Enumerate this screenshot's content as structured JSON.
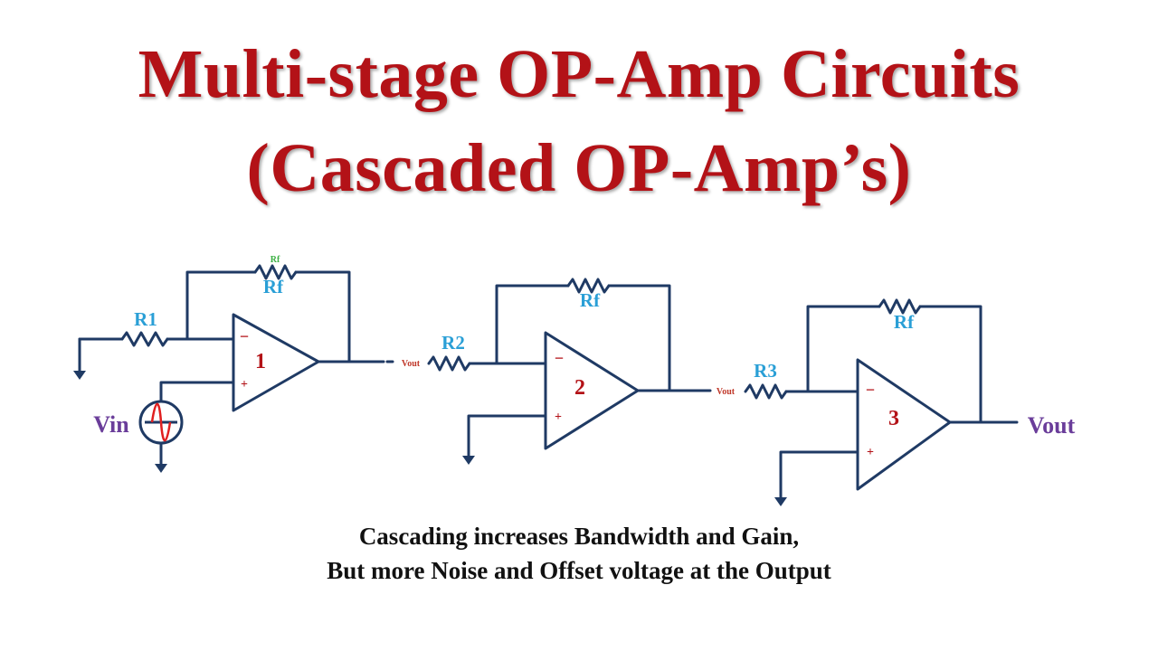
{
  "title": {
    "line1": "Multi-stage OP-Amp Circuits",
    "line2": "(Cascaded OP-Amp’s)"
  },
  "circuit": {
    "stage1": {
      "number": "1",
      "resistor_in": "R1",
      "feedback_small": "Rf",
      "feedback": "Rf",
      "minus": "−",
      "plus": "+"
    },
    "stage2": {
      "number": "2",
      "resistor_in": "R2",
      "feedback": "Rf",
      "input_node": "Vout",
      "minus": "−",
      "plus": "+"
    },
    "stage3": {
      "number": "3",
      "resistor_in": "R3",
      "feedback": "Rf",
      "input_node": "Vout",
      "minus": "−",
      "plus": "+"
    },
    "input_label": "Vin",
    "output_label": "Vout"
  },
  "caption": {
    "line1": "Cascading increases Bandwidth and Gain,",
    "line2": "But more Noise and Offset voltage at the Output"
  },
  "colors": {
    "title": "#b31217",
    "wire": "#1f3a64",
    "resistor_label": "#2a9fd6",
    "stage_number": "#b31217",
    "io_label": "#6a3d9a",
    "small_label_green": "#3cb043",
    "node_label": "#c0392b",
    "source_wave": "#e02020"
  }
}
